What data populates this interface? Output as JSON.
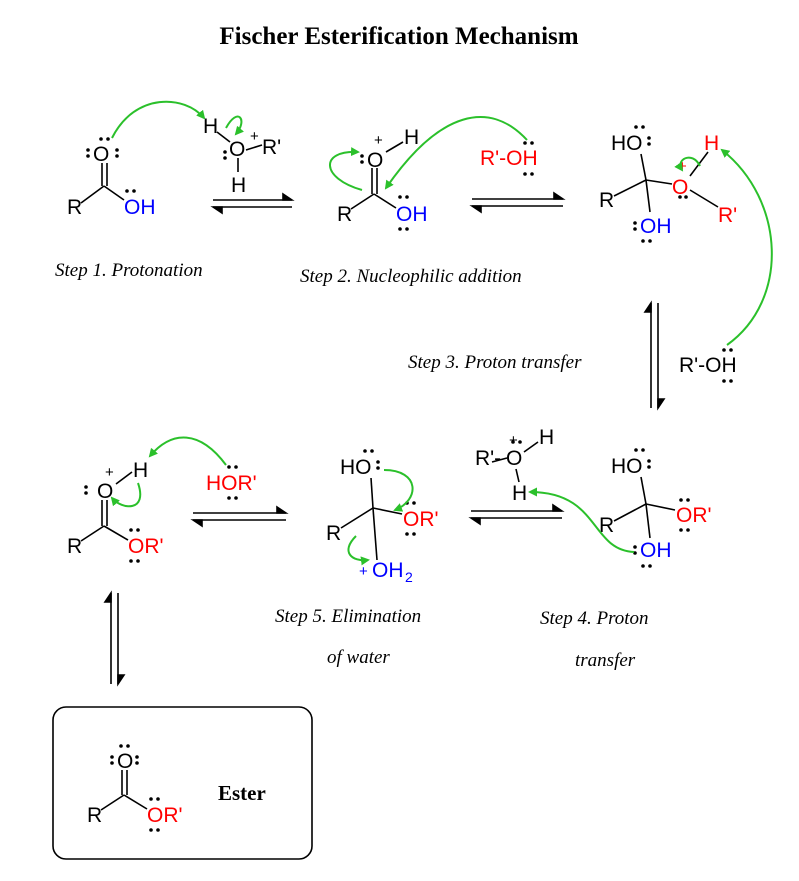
{
  "title": "Fischer Esterification Mechanism",
  "colors": {
    "black": "#000000",
    "blue": "#0000ff",
    "red": "#ff0000",
    "arrow_green": "#2bc02b"
  },
  "steps": {
    "step1": "Step 1. Protonation",
    "step2": "Step 2. Nucleophilic addition",
    "step3": "Step 3. Proton transfer",
    "step4_line1": "Step 4. Proton",
    "step4_line2": "transfer",
    "step5_line1": "Step 5. Elimination",
    "step5_line2": "of water"
  },
  "atoms": {
    "R": "R",
    "O": "O",
    "OH": "OH",
    "H": "H",
    "Rp": "R'",
    "ORp": "OR'",
    "HO": "HO",
    "HORp": "HOR'",
    "RpOH": "R'-OH",
    "RpO": "R'-O",
    "Rpdash": "R'-",
    "OH2": "OH",
    "sub2": "2",
    "plus": "+",
    "dash": "-"
  },
  "product_label": "Ester"
}
